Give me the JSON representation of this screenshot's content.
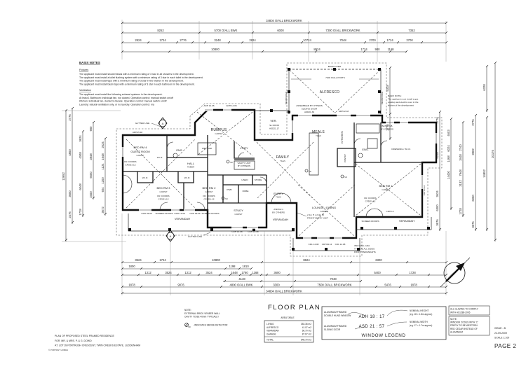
{
  "title": {
    "floor_plan": "FLOOR PLAN",
    "page": "PAGE 2",
    "issue": "ISSUE - B",
    "date": "22-09-2009",
    "scale": "SCALE  1:100"
  },
  "project": {
    "l1": "PLAN OF PROPOSED STEEL FRAMED RESIDENCE",
    "l2": "FOR.  MR. & MRS. P. & G. DOWD",
    "l3": "AT.    LOT 39 PORTRUSH CRESCENT, TWIN CREEKS ESTATE, LUDDENHAM",
    "l4": "© PORTRAIT HOMES"
  },
  "basix": {
    "heading": "BASIX NOTES",
    "fixtures_h": "Fixtures",
    "f1": "The applicant must install showerheads with a minimum rating of 3 star in all showers in the development.",
    "f2": "The applicant must install a toilet flushing system with a minimum rating of 3 star in each toilet in the development.",
    "f3": "The applicant must install taps with a minimum rating of 3 star in the kitchen in the development.",
    "f4": "The applicant must install basin taps with a minimum rating of 3 star in each bathroom in the development.",
    "vent_h": "Ventilation",
    "v1": "The applicant must install the following exhaust systems in the development:",
    "v2": "At least 1 Bathroom: individual fan, not ducted. Operation control: manual switch on/off",
    "v3": "Kitchen: individual fan, ducted to facade. Operation control: manual switch on/off",
    "v4": "Laundry: natural ventilation only, or no laundry. Operation control: n/a"
  },
  "basix_kitchen": {
    "l1": "BASIX NOTE:",
    "l2": "The applicant must install a gas",
    "l3": "cooktop and electric oven in the",
    "l4": "kitchen of the development"
  },
  "wall_note": {
    "l1": "NOTE:",
    "l2": "EXTERNAL BRICK VENEER WALL",
    "l3": "CAVITY TO BE 40mm TYPICALLY"
  },
  "smoke_note": "- INDICATES SMOKE DETECTOR",
  "smoke_sym": "SD",
  "north": "NORTH",
  "area_table": {
    "title": "AREA TABLE",
    "rows": [
      {
        "label": "LIVING",
        "value": "353.36 m2"
      },
      {
        "label": "ALFRESCO",
        "value": "41.07 m2"
      },
      {
        "label": "VERANDAH",
        "value": "66.70 m2"
      },
      {
        "label": "GARAGE",
        "value": "87.67 m2"
      }
    ],
    "total": {
      "label": "TOTAL",
      "value": "548.70 m2"
    }
  },
  "legend": {
    "title": "WINDOW LEGEND",
    "adh": "ADH 18 : 17",
    "asd": "ASD 21 : 57",
    "adh_l1": "ALUMINIUM FRAMED",
    "adh_l2": "DOUBLE HUNG WINDOW",
    "asd_l1": "ALUMINIUM FRAMED",
    "asd_l2": "SLIDING DOOR",
    "h_l1": "NOMINAL HEIGHT",
    "h_l2": "(eg. 18 = 1.8m approx)",
    "w_l1": "NOMINAL WIDTH",
    "w_l2": "(eg. 17 = 1.7m approx)"
  },
  "glazing_note": {
    "l1": "ALL GLAZING TO COMPLY",
    "l2": "WITH AS1288-2006"
  },
  "cedar_note": {
    "l1": "NOTE:",
    "l2": "WINDOW CODES WITH 'C'",
    "l3": "PREFIX TO BE WESTERN",
    "l4": "RED CEDAR INSTEAD OF",
    "l5": "ALUMINIUM"
  },
  "rooms": {
    "rumpus": "RUMPUS",
    "bed4a": "BED RM 4",
    "bed4b": "GUEST ROOM",
    "ens1": "ENS.",
    "wir": "W.I.R.",
    "hall": "HALL",
    "wetbar": "WET BAR",
    "ldry": "L'DRY",
    "vanity1": "VANITY UNIT",
    "vanity2": "BY OTHERS",
    "linen": "LINEN",
    "bed3": "BED RM 3",
    "bed2": "BED RM 2",
    "pwd": "PWD",
    "robe": "ROBE",
    "store": "STORE",
    "study": "STUDY",
    "entry": "ENTRY",
    "ver": "VER.",
    "family": "FAMILY",
    "meals": "MEALS",
    "kitchen": "KITCHEN",
    "pantry": "PANTRY",
    "alfresco": "ALFRESCO",
    "ens2": "ENS.",
    "dressing": "DRESSING / W.I.R.",
    "bed1": "BED RM 1",
    "lounge": "LOUNGE / DINING",
    "verandah": "VERANDAH",
    "sub_carpet": "CARPET",
    "sub_tiles": "TILES",
    "sub_timber": "TIMBER"
  },
  "ann": {
    "gutter": "GUTTER LINE",
    "beam": "BEAM OVER",
    "posts": "7200 O/ALL POSTS",
    "asm1": "ASSEMBLED BY OTHERS",
    "asm2": "SLIDING DOOR",
    "asm3": "ASD21.30",
    "adh1218": "ADH12.18",
    "sld1": "SL DOOR",
    "sld2": "ASD21.17",
    "adh1406": "ADH 14.06",
    "adh1518": "ADH15.18",
    "bath1": "BATH TUB",
    "bath2": "BY OTHERS",
    "frdoors": "FR. DOORS",
    "cfgd": "CFGD1-12",
    "cfdd": "CFDD1-12",
    "screen": "SCREEN DOORS",
    "cdh0906": "CDH 09.06",
    "cdh1408": "CDH 14.08",
    "cdh1808": "CDH 18.08",
    "cdh1912": "CDH19.12",
    "cd11408": "CD1 14.08",
    "cdh12": "CDH 12",
    "cdh1218v": "CDH12.18",
    "asdgl1": "ASD/GL's",
    "asdgl2": "BY OTHERS",
    "entry1": "2.1m H x 2.4m W",
    "entry2": "FRONT ENTRY UNIT",
    "gda1": "350 O/ALL GDA",
    "gda2": "TYPICAL ALL SIDES",
    "gda3": "FRONT VERANDAHS",
    "secA": "A"
  },
  "dims": {
    "t1": "34804 O/ALL BRICKWORK",
    "t2": [
      "8252",
      "5700 O/ALL BWK",
      "6000",
      "7300 O/ALL BRICKWORK",
      "7352"
    ],
    "t3": [
      "2824",
      "1724",
      "2776",
      "3248",
      "2824",
      "10724",
      "7048",
      "2700",
      "1724",
      "2700"
    ],
    "t4": [
      "10800",
      "8924",
      "1724",
      "900",
      "1168"
    ],
    "b1": [
      "3524",
      "1724",
      "10800",
      "8624",
      "6300"
    ],
    "b2": [
      "1800",
      "1198",
      "1810"
    ],
    "b3": [
      "1312",
      "3524",
      "1312",
      "3524",
      "1648",
      "1760",
      "1168",
      "3600",
      "5400",
      "1728"
    ],
    "b4": [
      "4148",
      "7048"
    ],
    "b5": [
      "1878",
      "9076",
      "4800 O/ALL BWK",
      "3300",
      "7500 O/ALL BRICKWORK",
      "5476",
      "1878"
    ],
    "b6": "34804 O/ALL BRICKWORK",
    "l1": [
      "13652"
    ],
    "l2": [
      "2776",
      "4800",
      "3600",
      "2476"
    ],
    "l3": [
      "3624",
      "4348",
      "6048",
      "1728"
    ],
    "l4": [
      "900",
      "2848",
      "5600",
      "2400"
    ],
    "l5": [
      "2624",
      "1648",
      "1124",
      "1200",
      "924",
      "3672"
    ],
    "r1": [
      "2776",
      "5248",
      "3624",
      "6300",
      "3676"
    ],
    "r2": [
      "4603",
      "6024",
      "1468",
      "14400"
    ],
    "r3": [
      "2740",
      "3448",
      "7948",
      "3132",
      "1728"
    ],
    "r4": [
      "2776",
      "2802",
      "6000",
      "3676"
    ],
    "r5": [
      "6328",
      "14852"
    ],
    "r6": [
      "20176"
    ],
    "ar": [
      "5328",
      "2776"
    ]
  }
}
